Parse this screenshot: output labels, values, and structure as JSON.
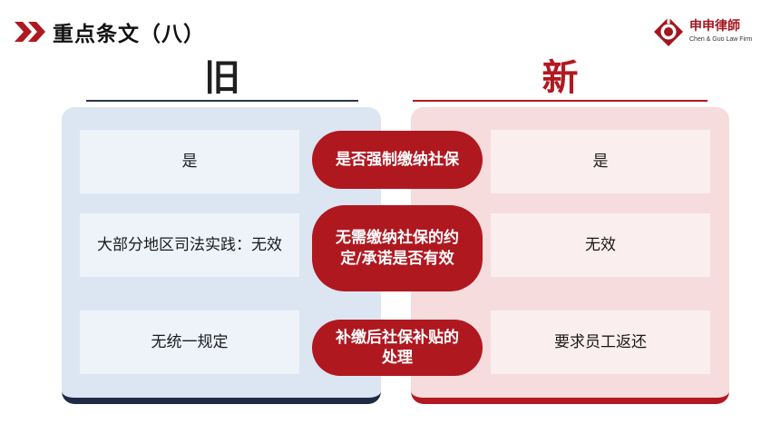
{
  "header": {
    "title": "重点条文（八）"
  },
  "logo": {
    "name_cn": "申申律師",
    "name_en": "Chen & Guo Law Firm"
  },
  "columns": {
    "old_label": "旧",
    "new_label": "新"
  },
  "rows": [
    {
      "topic": "是否强制缴纳社保",
      "old": "是",
      "new": "是"
    },
    {
      "topic": "无需缴纳社保的约定/承诺是否有效",
      "old": "大部分地区司法实践：无效",
      "new": "无效"
    },
    {
      "topic": "补缴后社保补贴的处理",
      "old": "无统一规定",
      "new": "要求员工返还"
    }
  ],
  "colors": {
    "accent_red": "#b01820",
    "navy": "#1f2a44",
    "old_panel": "#dce6f3",
    "new_panel": "#f6dcdd"
  }
}
